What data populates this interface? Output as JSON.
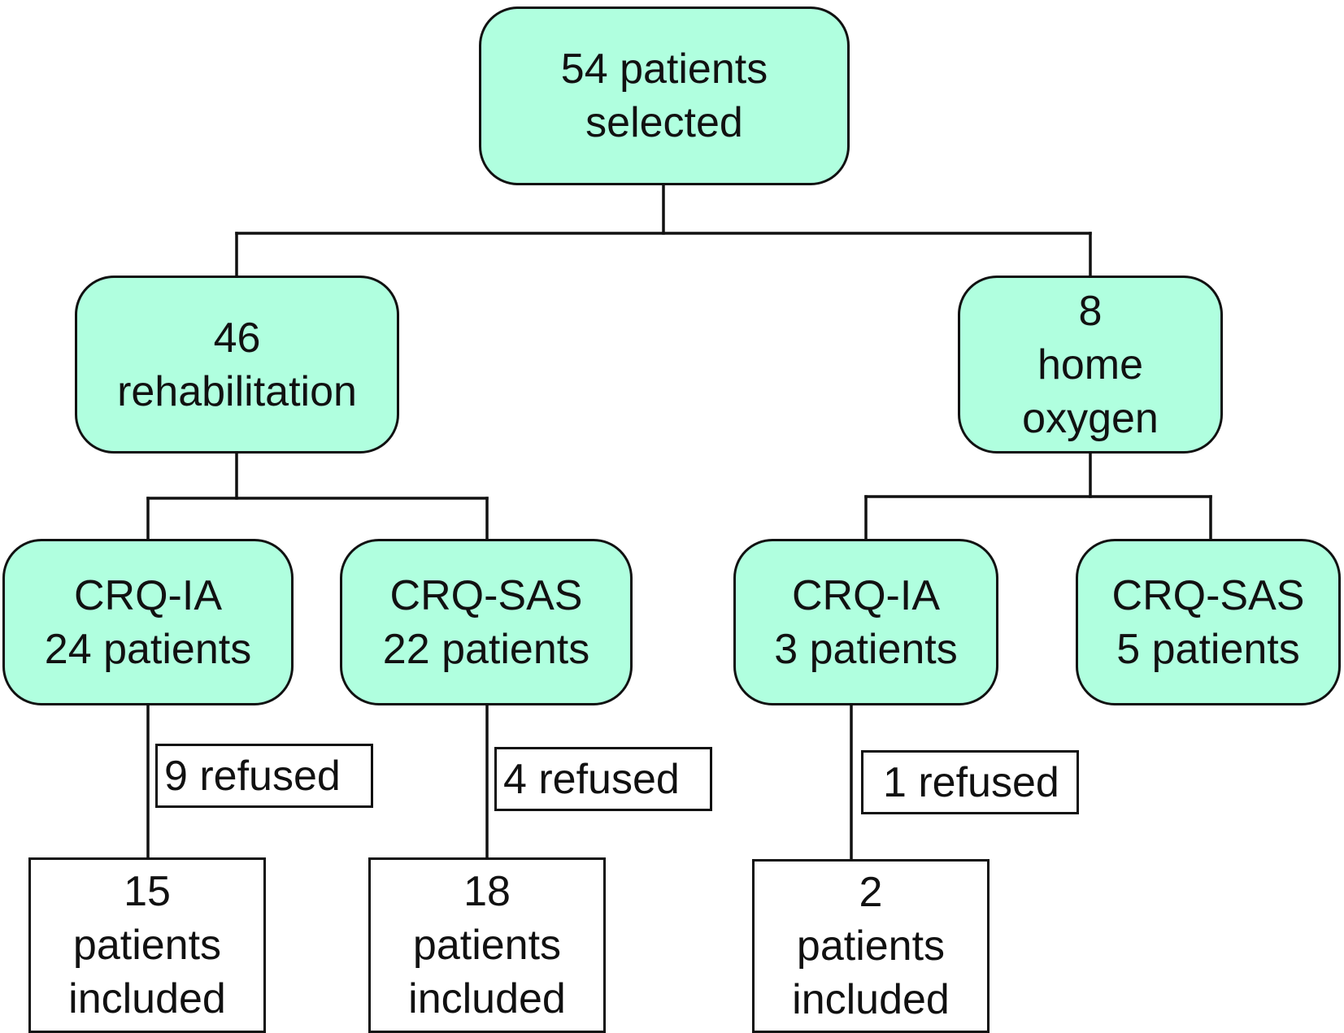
{
  "root": {
    "lines": [
      "54 patients",
      "selected"
    ]
  },
  "rehabilitation": {
    "lines": [
      "46",
      "rehabilitation"
    ],
    "crq_ia": {
      "lines": [
        "CRQ-IA",
        "24 patients"
      ],
      "refused": "9 refused",
      "included": [
        "15",
        "patients",
        "included"
      ]
    },
    "crq_sas": {
      "lines": [
        "CRQ-SAS",
        "22 patients"
      ],
      "refused": "4 refused",
      "included": [
        "18",
        "patients",
        "included"
      ]
    }
  },
  "home_oxygen": {
    "lines": [
      "8",
      "home",
      "oxygen"
    ],
    "crq_ia": {
      "lines": [
        "CRQ-IA",
        "3 patients"
      ],
      "refused": "1 refused",
      "included": [
        "2",
        "patients",
        "included"
      ]
    },
    "crq_sas": {
      "lines": [
        "CRQ-SAS",
        "5 patients"
      ]
    }
  },
  "colors": {
    "node_fill": "#b0ffdf",
    "outcome_fill": "#ffffff",
    "stroke": "#111111"
  }
}
